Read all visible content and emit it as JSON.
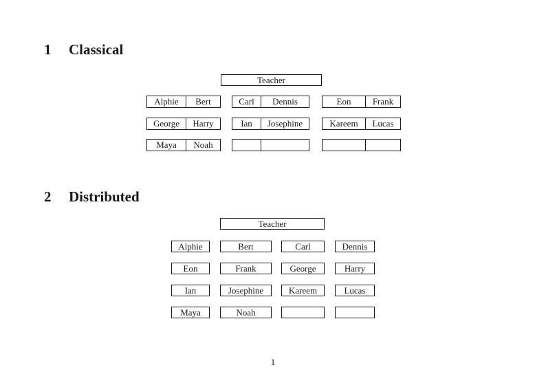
{
  "sections": [
    {
      "number": "1",
      "title": "Classical"
    },
    {
      "number": "2",
      "title": "Distributed"
    }
  ],
  "classical": {
    "teacher_label": "Teacher",
    "rows": [
      [
        [
          "Alphie",
          "Bert"
        ],
        [
          "Carl",
          "Dennis"
        ],
        [
          "Eon",
          "Frank"
        ]
      ],
      [
        [
          "George",
          "Harry"
        ],
        [
          "Ian",
          "Josephine"
        ],
        [
          "Kareem",
          "Lucas"
        ]
      ],
      [
        [
          "Maya",
          "Noah"
        ],
        [
          "",
          ""
        ],
        [
          "",
          ""
        ]
      ]
    ]
  },
  "distributed": {
    "teacher_label": "Teacher",
    "rows": [
      [
        "Alphie",
        "Bert",
        "Carl",
        "Dennis"
      ],
      [
        "Eon",
        "Frank",
        "George",
        "Harry"
      ],
      [
        "Ian",
        "Josephine",
        "Kareem",
        "Lucas"
      ],
      [
        "Maya",
        "Noah",
        "",
        ""
      ]
    ]
  },
  "footer": {
    "page_number": "1"
  }
}
